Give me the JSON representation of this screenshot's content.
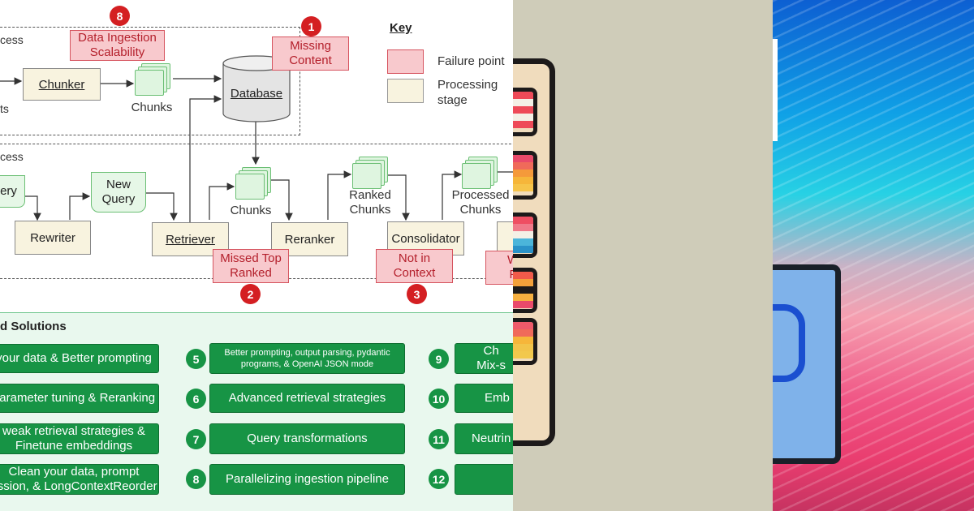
{
  "ingestion": {
    "label_process": "cess",
    "label_ts": "ts",
    "chunker": "Chunker",
    "chunks": "Chunks",
    "database": "Database"
  },
  "query": {
    "label_process": "cess",
    "query_partial": "ery",
    "new_query": "New\nQuery",
    "rewriter": "Rewriter",
    "retriever": "Retriever",
    "chunks": "Chunks",
    "reranker": "Reranker",
    "ranked_chunks": "Ranked\nChunks",
    "consolidator": "Consolidator",
    "processed_chunks": "Processed\nChunks",
    "partial_fail": "W\nF"
  },
  "failures": [
    {
      "num": "8",
      "text": "Data Ingestion\nScalability"
    },
    {
      "num": "1",
      "text": "Missing\nContent"
    },
    {
      "num": "2",
      "text": "Missed Top\nRanked"
    },
    {
      "num": "3",
      "text": "Not in\nContext"
    }
  ],
  "key": {
    "title": "Key",
    "failure": "Failure point",
    "processing": "Processing\nstage"
  },
  "solutions": {
    "title": "d Solutions",
    "left": [
      "your data & Better prompting",
      "parameter tuning & Reranking",
      "weak retrieval strategies &\nFinetune embeddings",
      "Clean your data, prompt\nession, & LongContextReorder"
    ],
    "middle": [
      {
        "num": "5",
        "text": "Better prompting, output parsing, pydantic\nprograms, & OpenAI JSON mode"
      },
      {
        "num": "6",
        "text": "Advanced retrieval strategies"
      },
      {
        "num": "7",
        "text": "Query transformations"
      },
      {
        "num": "8",
        "text": "Parallelizing ingestion pipeline"
      }
    ],
    "right": [
      {
        "num": "9",
        "text": "Ch\nMix-s"
      },
      {
        "num": "10",
        "text": "Emb"
      },
      {
        "num": "11",
        "text": "Neutrin"
      },
      {
        "num": "12",
        "text": ""
      }
    ]
  },
  "colors": {
    "failure_fill": "#f8c9cd",
    "processing_fill": "#f8f3df",
    "solution_green": "#179445",
    "badge_red": "#d41f22"
  }
}
